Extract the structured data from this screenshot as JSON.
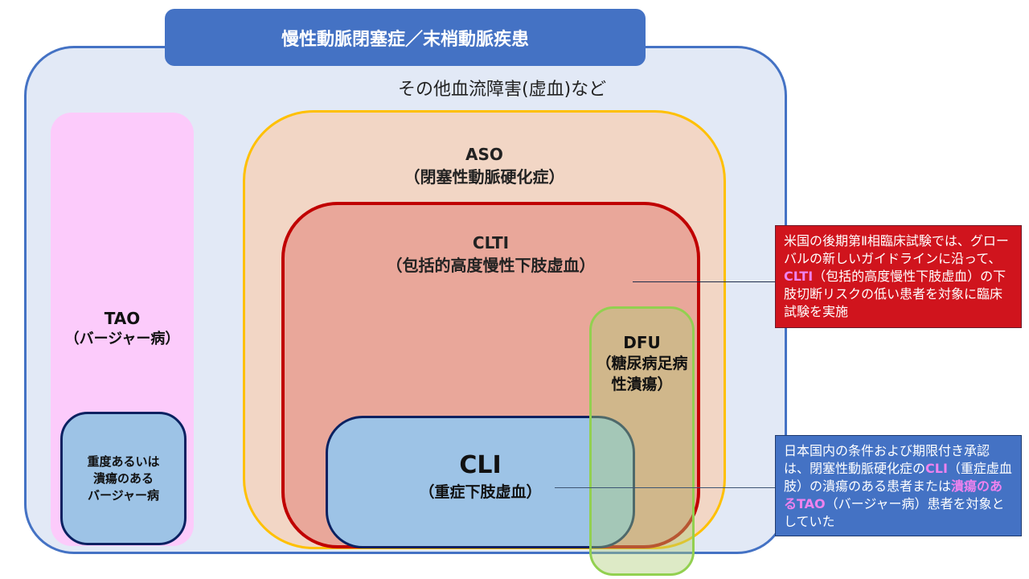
{
  "header": {
    "title": "慢性動脈閉塞症／末梢動脈疾患"
  },
  "outer": {
    "label": "その他血流障害(虚血)など"
  },
  "tao": {
    "title": "TAO",
    "subtitle": "（バージャー病）",
    "inner_lines": [
      "重度あるいは",
      "潰瘍のある",
      "バージャー病"
    ]
  },
  "aso": {
    "title": "ASO",
    "subtitle": "（閉塞性動脈硬化症）"
  },
  "clti": {
    "title": "CLTI",
    "subtitle": "（包括的高度慢性下肢虚血）"
  },
  "cli": {
    "title": "CLI",
    "subtitle": "（重症下肢虚血）"
  },
  "dfu": {
    "title": "DFU",
    "subtitle_line1": "（糖尿病足病",
    "subtitle_line2": "性潰瘍）"
  },
  "callouts": {
    "us_trial": {
      "text_before": "米国の後期第Ⅱ相臨床試験では、グローバルの新しいガイドラインに沿って、",
      "highlight": "CLTI",
      "text_after": "（包括的高度慢性下肢虚血）の下肢切断リスクの低い患者を対象に臨床試験を実施"
    },
    "japan_approval": {
      "text_1": "日本国内の条件および期限付き承認は、閉塞性動脈硬化症の",
      "highlight_1": "CLI",
      "text_2": "（重症虚血肢）の潰瘍のある患者または",
      "highlight_2": "潰瘍のあるTAO",
      "text_3": "（バージャー病）患者を対象としていた"
    }
  },
  "colors": {
    "header_blue": "#4472c4",
    "outer_fill": "#e2e9f6",
    "tao_pink": "#fccbfb",
    "aso_border": "#ffc000",
    "clti_border": "#c00000",
    "cli_fill": "#9dc3e6",
    "dfu_border": "#92d050",
    "callout_red": "#d0141d",
    "highlight_pink": "#ee82ee"
  }
}
